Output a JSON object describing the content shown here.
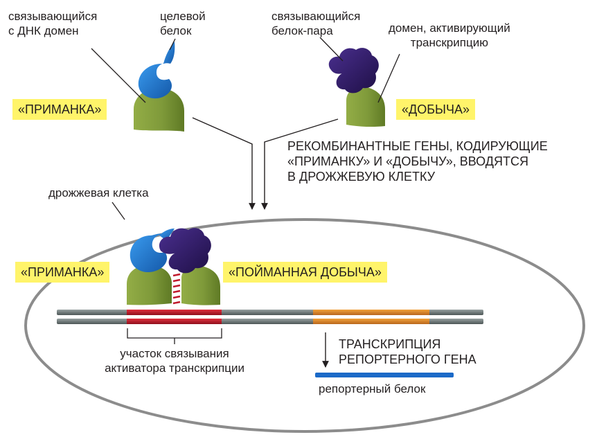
{
  "labels": {
    "dna_binding_domain": [
      "связывающийся",
      "с ДНК домен"
    ],
    "target_protein": [
      "целевой",
      "белок"
    ],
    "partner_protein": [
      "связывающийся",
      "белок-пара"
    ],
    "activation_domain": [
      "домен, активирующий",
      "транскрипцию"
    ],
    "bait": "«ПРИМАНКА»",
    "prey": "«ДОБЫЧА»",
    "recombinant_genes": [
      "РЕКОМБИНАНТНЫЕ ГЕНЫ, КОДИРУЮЩИЕ",
      "«ПРИМАНКУ» И «ДОБЫЧУ», ВВОДЯТСЯ",
      "В ДРОЖЖЕВУЮ КЛЕТКУ"
    ],
    "yeast_cell": "дрожжевая клетка",
    "bait_in_cell": "«ПРИМАНКА»",
    "caught_prey": "«ПОЙМАННАЯ ДОБЫЧА»",
    "binding_site": [
      "участок связывания",
      "активатора транскрипции"
    ],
    "reporter_transcription": [
      "ТРАНСКРИПЦИЯ",
      "РЕПОРТЕРНОГО ГЕНА"
    ],
    "reporter_protein": "репортерный белок"
  },
  "colors": {
    "highlight": "#fff46a",
    "domain_green": "#7f9a3a",
    "target_blue": "#1e73c4",
    "partner_purple": "#2e1a63",
    "dna_grey": "#6b7474",
    "binding_red": "#c0192c",
    "reporter_orange": "#e08a2a",
    "reporter_protein_blue": "#1b6ac8",
    "cell_outline": "#8c8c8c"
  }
}
